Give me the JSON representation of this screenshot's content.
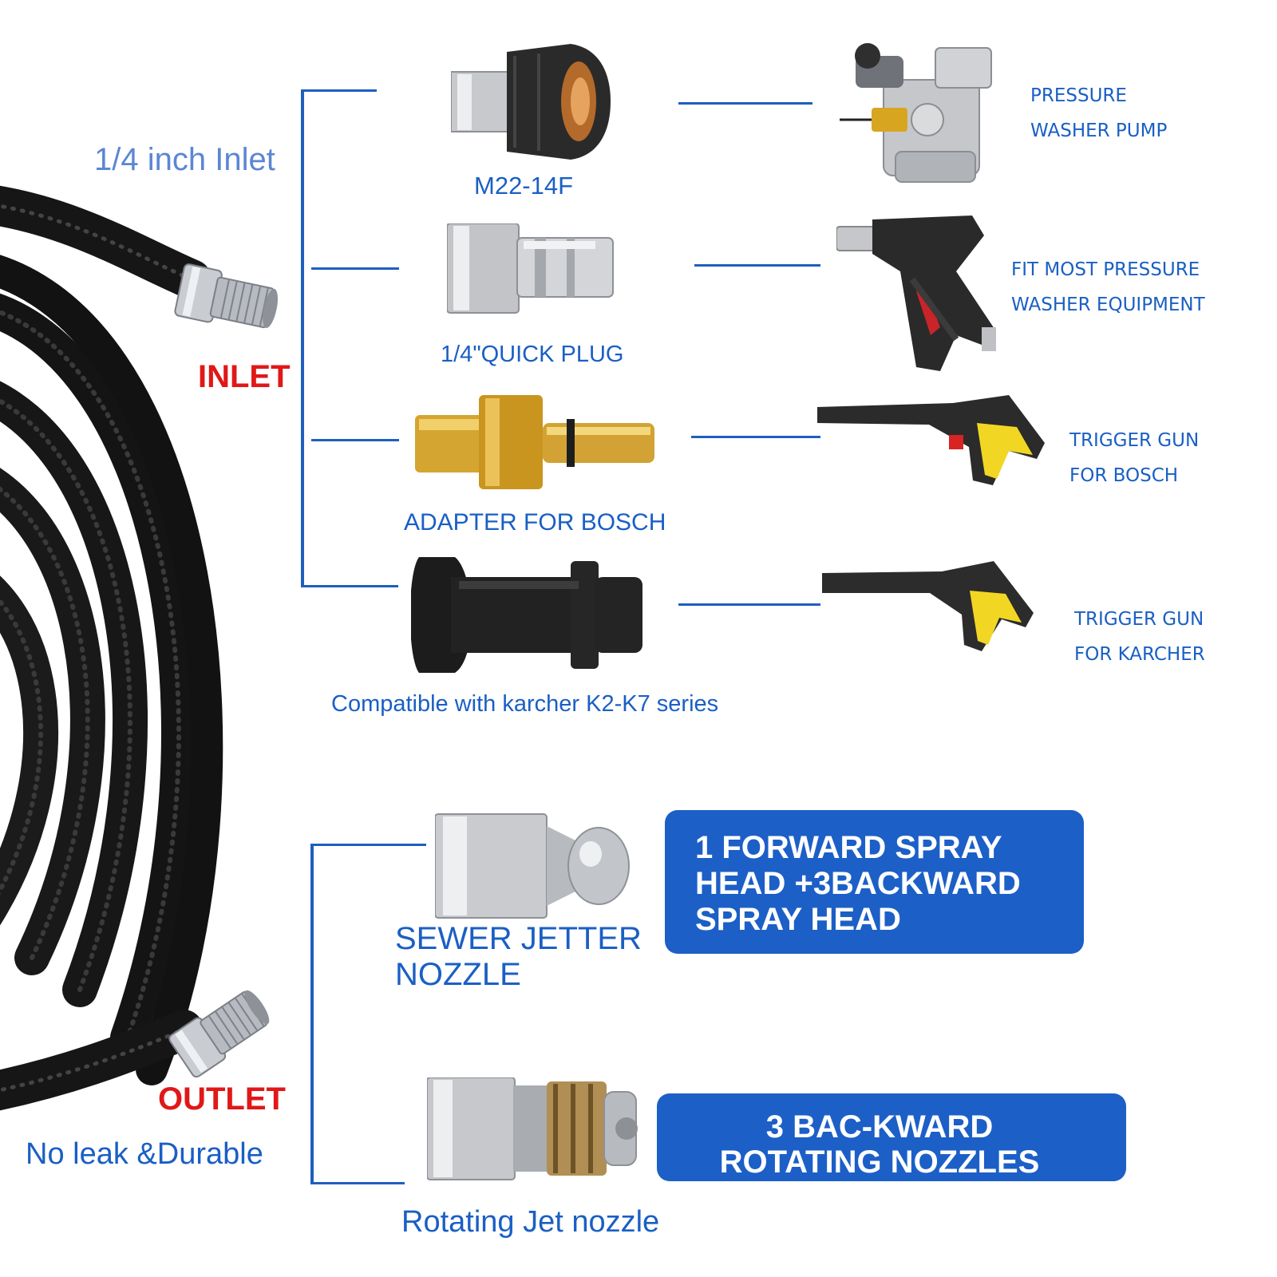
{
  "inlet": {
    "size_label": "1/4 inch Inlet",
    "label": "INLET"
  },
  "outlet": {
    "label": "OUTLET",
    "tagline": "No leak &Durable"
  },
  "adapters": [
    {
      "name": "M22-14F",
      "target_line1": "PRESSURE",
      "target_line2": "WASHER PUMP"
    },
    {
      "name": "1/4\"QUICK PLUG",
      "target_line1": "FIT MOST PRESSURE",
      "target_line2": "WASHER EQUIPMENT"
    },
    {
      "name": "ADAPTER FOR BOSCH",
      "target_line1": "TRIGGER GUN",
      "target_line2": "FOR BOSCH"
    },
    {
      "name": "Compatible with karcher K2-K7 series",
      "target_line1": "TRIGGER GUN",
      "target_line2": "FOR KARCHER"
    }
  ],
  "nozzles": [
    {
      "name_line1": "SEWER JETTER",
      "name_line2": "NOZZLE",
      "callout": [
        "1 FORWARD SPRAY",
        "HEAD +3BACKWARD",
        "SPRAY HEAD"
      ]
    },
    {
      "name_line1": "Rotating Jet nozzle",
      "callout": [
        "3 BAC-KWARD",
        "ROTATING NOZZLES"
      ]
    }
  ],
  "colors": {
    "label_blue": "#1a5fc4",
    "light_blue": "#5b86d3",
    "accent_red": "#e01818",
    "callout_bg": "#1c5fc7",
    "hose": "#1b1b1b"
  }
}
